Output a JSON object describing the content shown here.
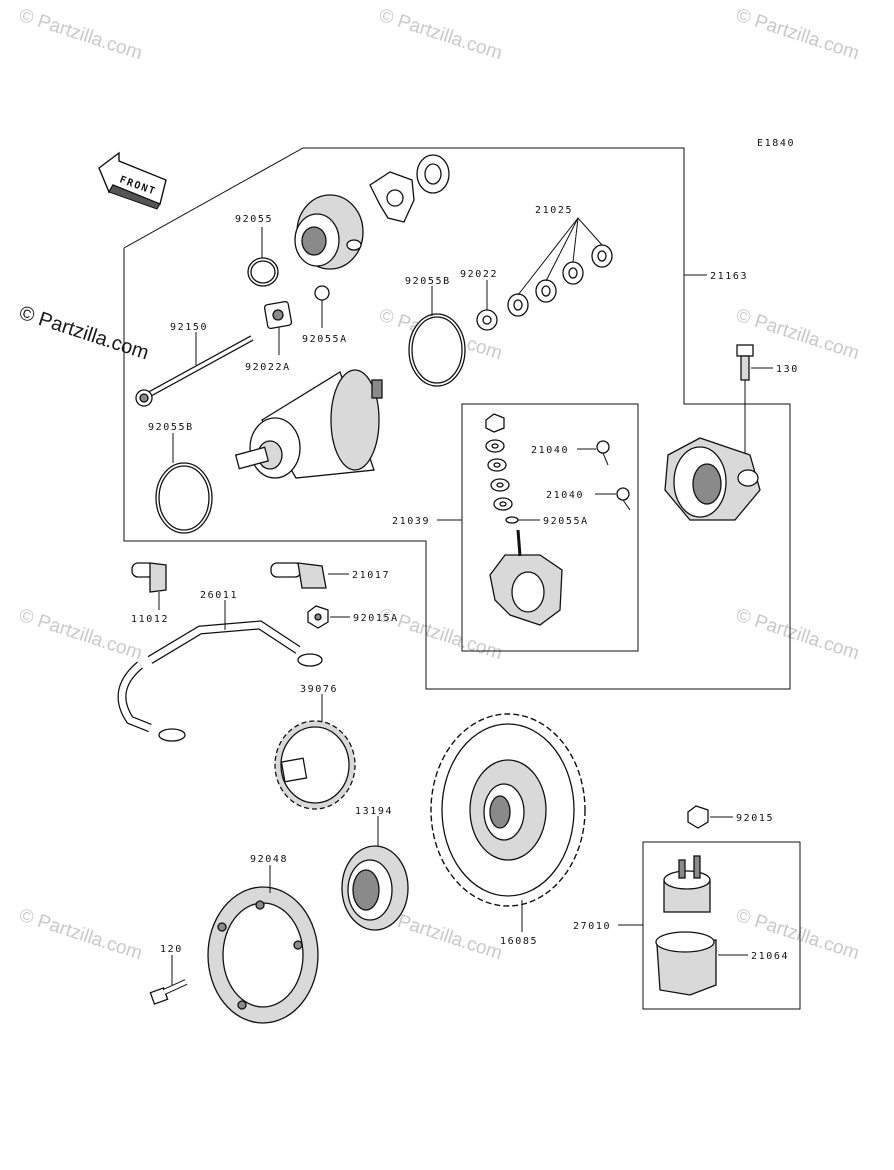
{
  "diagram_code": "E1840",
  "front_label": "FRONT",
  "watermark": "© Partzilla.com",
  "parts": {
    "p92055": "92055",
    "p92150": "92150",
    "p92022A": "92022A",
    "p92055A_top": "92055A",
    "p92055B_top": "92055B",
    "p92022": "92022",
    "p21025": "21025",
    "p21163": "21163",
    "p130": "130",
    "p92055B_left": "92055B",
    "p21040_a": "21040",
    "p21040_b": "21040",
    "p21039": "21039",
    "p92055A_mid": "92055A",
    "p21017": "21017",
    "p11012": "11012",
    "p26011": "26011",
    "p92015A": "92015A",
    "p39076": "39076",
    "p13194": "13194",
    "p92048": "92048",
    "p92015": "92015",
    "p27010": "27010",
    "p16085": "16085",
    "p21064": "21064",
    "p120": "120"
  }
}
